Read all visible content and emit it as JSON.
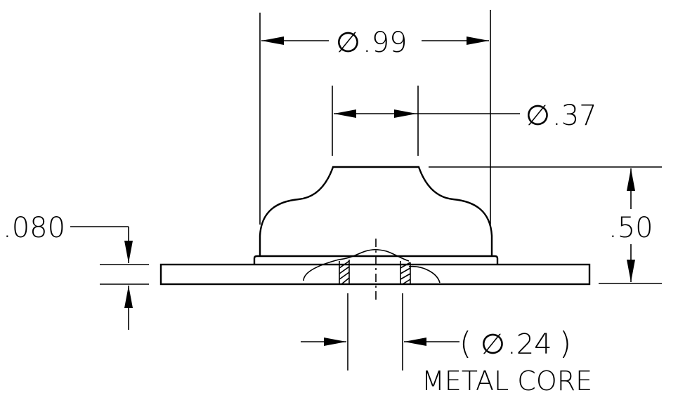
{
  "dimensions": {
    "outer_diameter": ".99",
    "top_diameter": ".37",
    "height": ".50",
    "flange_thickness": ".080",
    "core_diameter": ".24",
    "diameter_symbol": "∅",
    "open_paren": "(",
    "close_paren": ")"
  },
  "notes": {
    "core_label": "METAL CORE"
  }
}
